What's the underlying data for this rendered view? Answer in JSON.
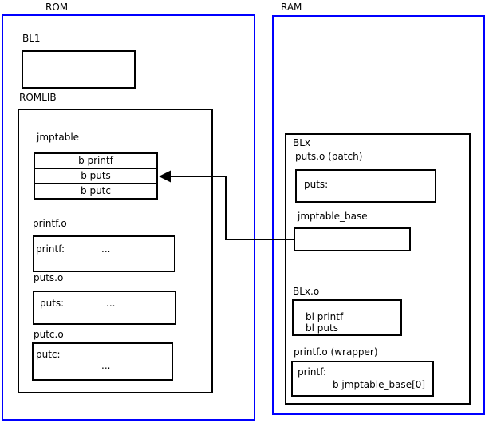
{
  "colors": {
    "container_border": "#0000ff",
    "box_border": "#000000",
    "background": "#ffffff",
    "text": "#000000",
    "arrow": "#000000"
  },
  "rom": {
    "label": "ROM",
    "bl1": {
      "label": "BL1"
    },
    "romlib": {
      "label": "ROMLIB",
      "jmptable": {
        "label": "jmptable",
        "entries": [
          "b printf",
          "b puts",
          "b putc"
        ]
      },
      "objects": [
        {
          "label": "printf.o",
          "symbol": "printf:",
          "body": "..."
        },
        {
          "label": "puts.o",
          "symbol": "puts:",
          "body": "..."
        },
        {
          "label": "putc.o",
          "symbol": "putc:",
          "body": "..."
        }
      ]
    }
  },
  "ram": {
    "label": "RAM",
    "blx": {
      "label": "BLx",
      "puts_patch": {
        "label": "puts.o (patch)",
        "symbol": "puts:"
      },
      "jmptable_base": {
        "label": "jmptable_base"
      },
      "blx_o": {
        "label": "BLx.o",
        "lines": [
          "bl printf",
          "bl puts"
        ]
      },
      "printf_wrapper": {
        "label": "printf.o (wrapper)",
        "symbol": "printf:",
        "body": "b jmptable_base[0]"
      }
    }
  },
  "arrow": {
    "from": "jmptable_base",
    "to": "b puts"
  }
}
